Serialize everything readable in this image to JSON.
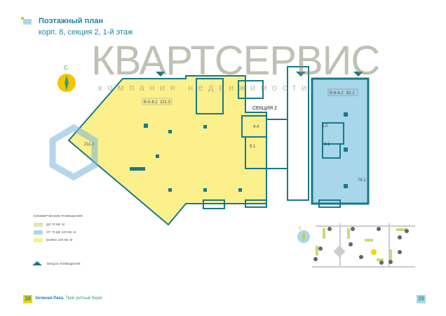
{
  "header": {
    "title": "Поэтажный план",
    "subtitle": "корп. 8, секция 2, 1-й этаж"
  },
  "compass": {
    "label": "С"
  },
  "plan": {
    "unit_a": {
      "code": "В-5-8.2",
      "area": "221.3",
      "sub_area": "211.8",
      "color": "#fbf08c"
    },
    "unit_b": {
      "code": "В-6-8.2",
      "area": "82.2",
      "sub_area": "74.1",
      "color": "#a8d6ea"
    },
    "rooms": [
      "4.4",
      "5.1",
      "5.0",
      "3.1"
    ],
    "section_label": "СЕКЦИЯ 2"
  },
  "watermark": {
    "brand": "КВАРТСЕРВИС",
    "tagline": "компания недвижимости"
  },
  "legend": {
    "title": "Коммерческие помещения:",
    "items": [
      {
        "label": "до 70 кв. м",
        "color": "#dfe8b0"
      },
      {
        "label": "от 70 до 100 кв. м",
        "color": "#a8d6ea"
      },
      {
        "label": "более 100 кв. м",
        "color": "#fbf08c"
      }
    ],
    "entrance": "Вход в помещение"
  },
  "site_map": {
    "compass": "С"
  },
  "footer": {
    "page_left": "38",
    "brand": "Зеленая Река.",
    "slogan": "Твой уютный берег",
    "page_right": "39"
  },
  "colors": {
    "wall": "#17798a",
    "accent": "#1a86a8"
  }
}
